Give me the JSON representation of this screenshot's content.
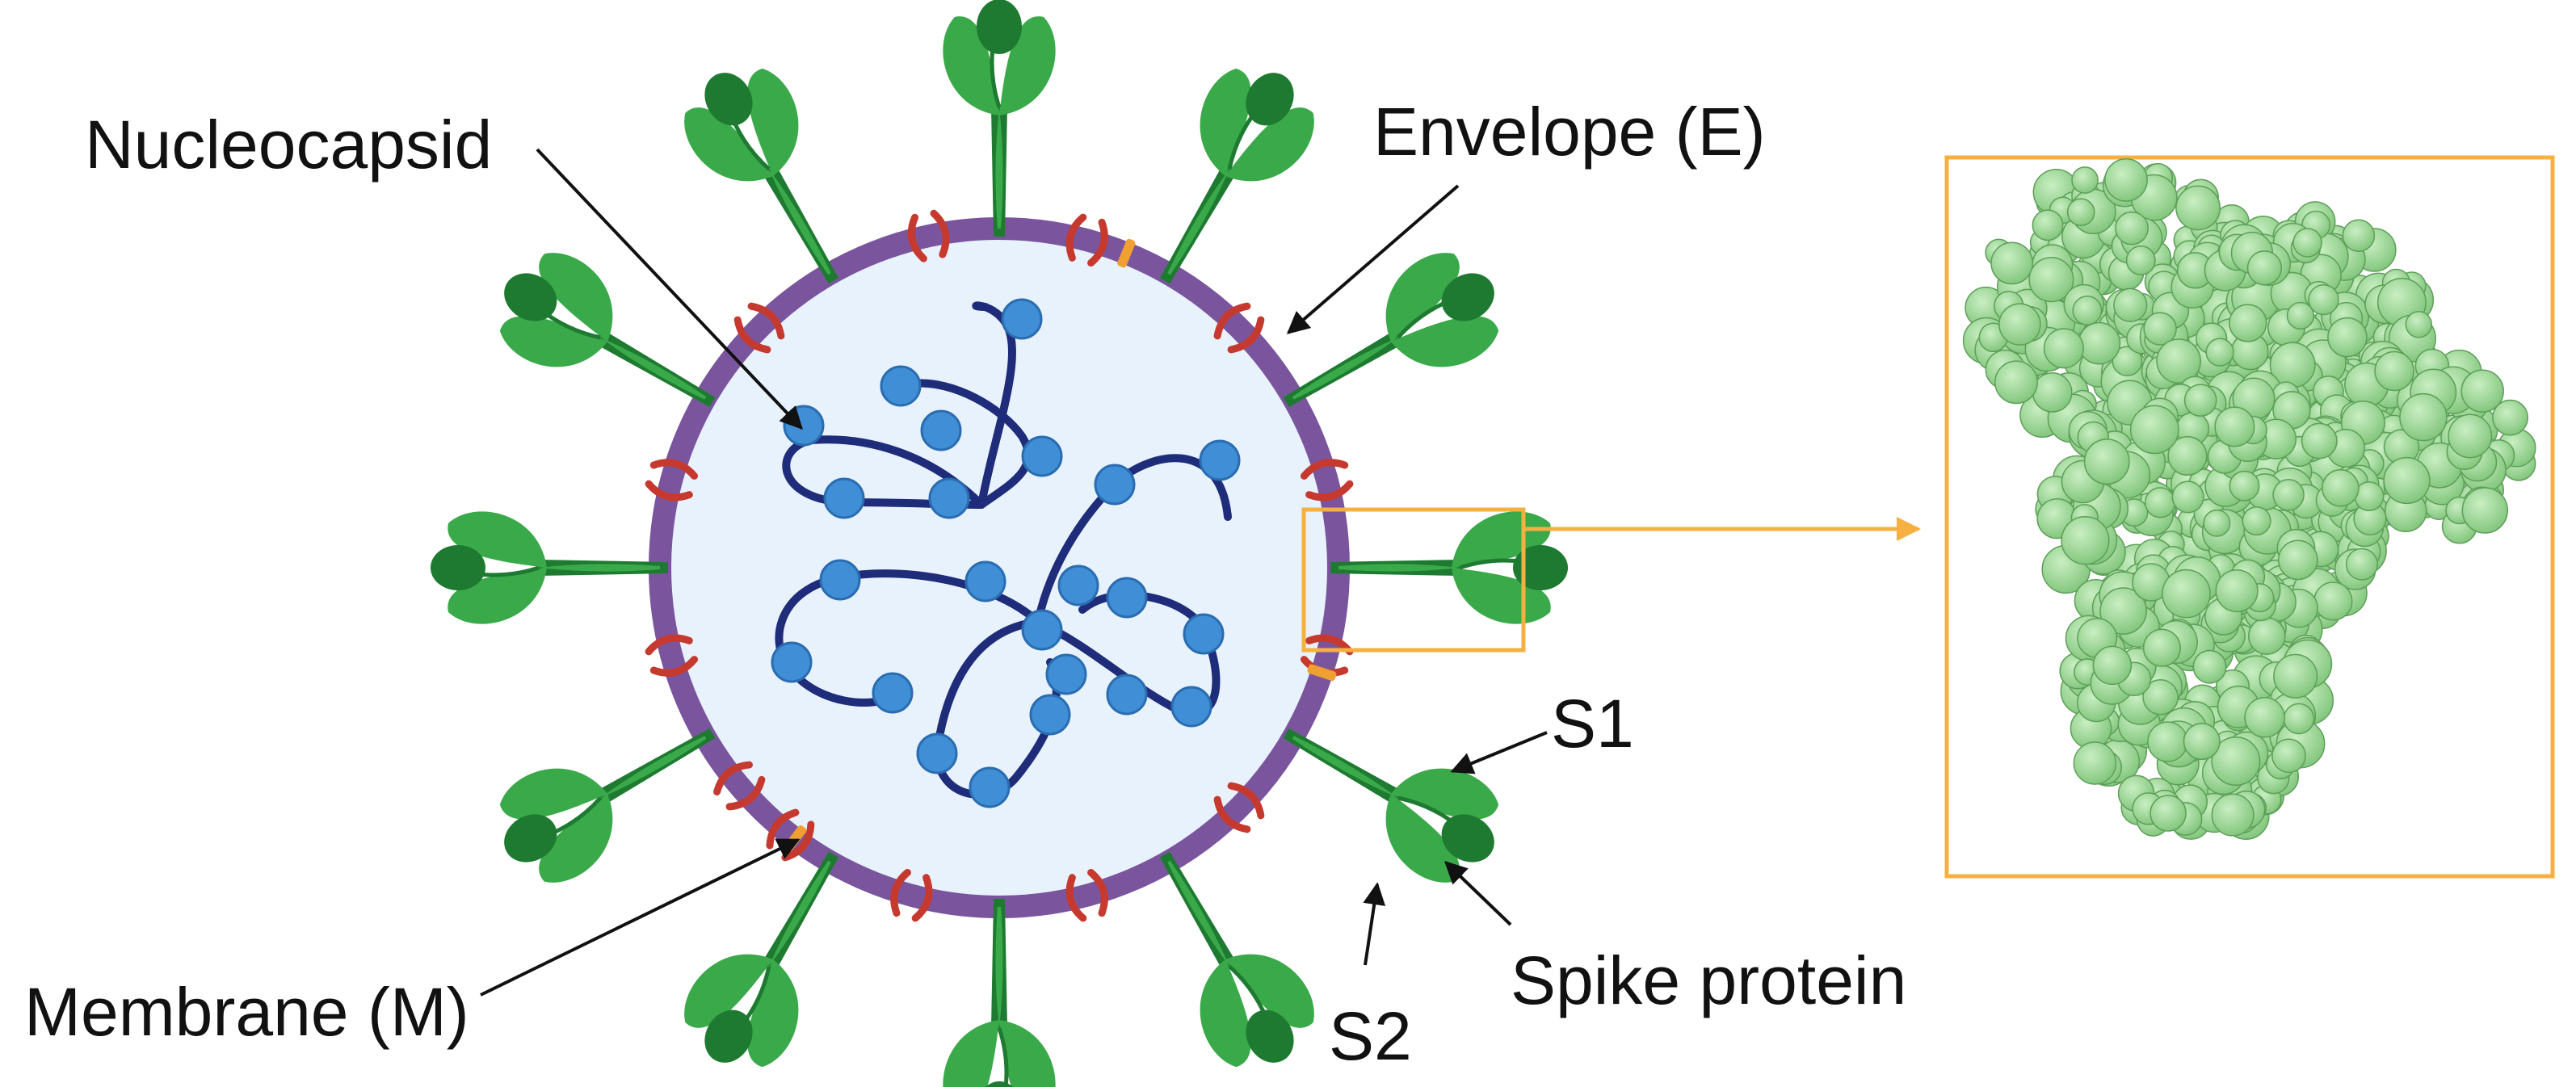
{
  "labels": {
    "nucleocapsid": "Nucleocapsid",
    "envelope": "Envelope (E)",
    "membrane": "Membrane (M)",
    "s1": "S1",
    "s2": "S2",
    "spike_protein": "Spike protein"
  },
  "colors": {
    "membrane_ring": "#7a559e",
    "interior": "#e8f2fc",
    "rna_strand": "#1f2c7a",
    "nucleocapsid_bead": "#3f8ed6",
    "spike_dark": "#1e7a30",
    "spike_light": "#3aa94a",
    "m_protein": "#c6392f",
    "e_protein": "#f0a030",
    "zoom_box": "#f5b041",
    "protein_structure": "#9fd89a"
  },
  "icons": {
    "spike": "spike-protein-icon",
    "zoomed_structure": "spike-protein-3d-structure"
  }
}
